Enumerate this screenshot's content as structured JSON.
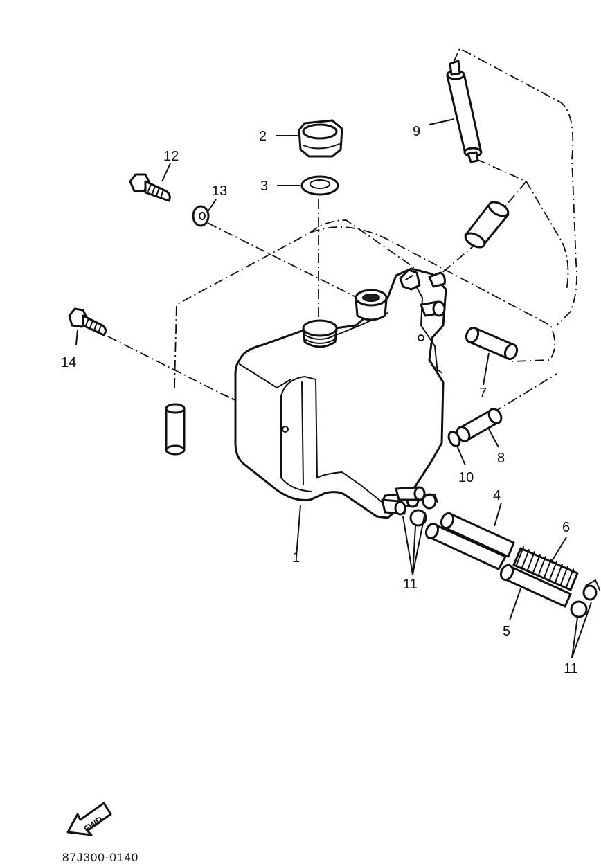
{
  "diagram": {
    "drawing_code": "87J300-0140",
    "forward_label": "FWD",
    "callouts": {
      "p1": "1",
      "p2": "2",
      "p3": "3",
      "p4": "4",
      "p5": "5",
      "p6": "6",
      "p7": "7",
      "p8": "8",
      "p9": "9",
      "p10": "10",
      "p11a": "11",
      "p11b": "11",
      "p12": "12",
      "p13": "13",
      "p14": "14"
    }
  }
}
